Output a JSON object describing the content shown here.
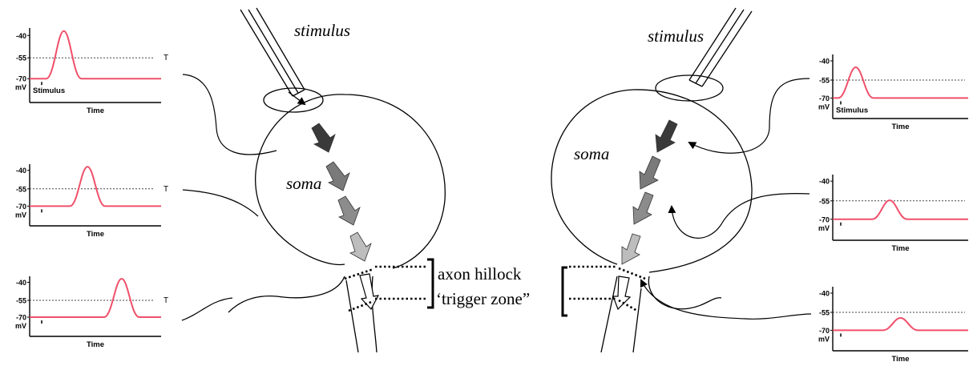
{
  "labels": {
    "stimulus": "stimulus",
    "soma": "soma",
    "axon_hillock": "axon hillock",
    "trigger_zone": "‘trigger zone”"
  },
  "graph": {
    "y_ticks": [
      "-40",
      "-55",
      "-70"
    ],
    "unit": "mV",
    "threshold_marker": "T",
    "x_label": "Time",
    "stimulus_label": "Stimulus"
  },
  "colors": {
    "trace": "#f0506a",
    "arrow_dark": "#3a3a3a",
    "arrow_mid": "#7a7a7a",
    "arrow_light": "#bdbdbd",
    "line": "#000000"
  }
}
